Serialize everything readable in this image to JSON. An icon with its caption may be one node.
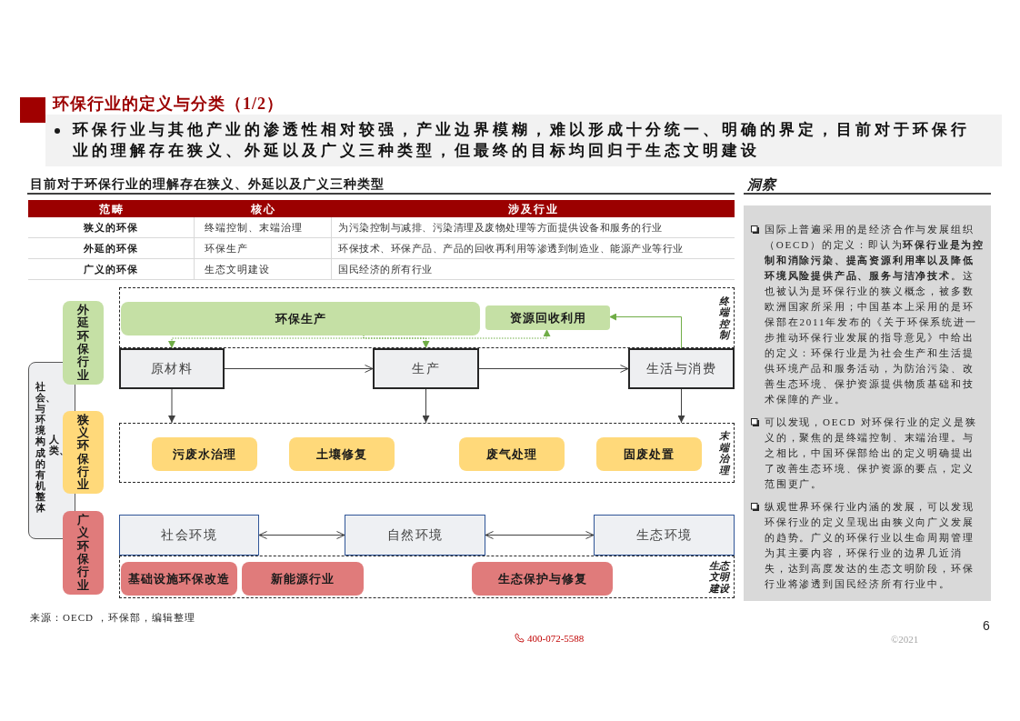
{
  "diagram": {
    "title": "环保行业的定义与分类（1/2）",
    "nodes": [
      {
        "text": [
          "社会、与环境构成的有机整体",
          "人类、"
        ]
      },
      {
        "text": [
          "外延环保行业"
        ]
      },
      {
        "text": [
          "狭义环保行业"
        ]
      },
      {
        "text": [
          "广义环保行业"
        ]
      },
      {
        "text": [
          "终端控制"
        ]
      },
      {
        "text": [
          "环保生产"
        ],
        "in": 4
      },
      {
        "text": [
          "资源回收利用"
        ],
        "in": 4
      },
      {
        "text": [
          "原材料"
        ]
      },
      {
        "text": [
          "生产"
        ]
      },
      {
        "text": [
          "生活与消费"
        ]
      },
      {
        "text": [
          "末端治理"
        ]
      },
      {
        "text": [
          "污废水治理"
        ],
        "in": 10
      },
      {
        "text": [
          "土壤修复"
        ],
        "in": 10
      },
      {
        "text": [
          "废气处理"
        ],
        "in": 10
      },
      {
        "text": [
          "固废处置"
        ],
        "in": 10
      },
      {
        "text": [
          "社会环境"
        ]
      },
      {
        "text": [
          "自然环境"
        ]
      },
      {
        "text": [
          "生态环境"
        ]
      },
      {
        "text": [
          "生态文明建设"
        ]
      },
      {
        "text": [
          "基础设施环保改造"
        ],
        "in": 18
      },
      {
        "text": [
          "新能源行业"
        ],
        "in": 18
      },
      {
        "text": [
          "生态保护与修复"
        ],
        "in": 18
      }
    ],
    "edges": [
      {
        "from": 7,
        "to": 8,
        "arrow": "to"
      },
      {
        "from": 8,
        "to": 9,
        "arrow": "to"
      },
      {
        "from": 7,
        "to": 10,
        "arrow": "to"
      },
      {
        "from": 8,
        "to": 10,
        "arrow": "to"
      },
      {
        "from": 9,
        "to": 10,
        "arrow": "to"
      },
      {
        "from": 9,
        "to": 6,
        "arrow": "to",
        "color": "#70ad47"
      },
      {
        "from": 5,
        "to": 7,
        "arrow": "to",
        "style": "dashed",
        "color": "#70ad47"
      },
      {
        "from": 5,
        "to": 8,
        "arrow": "to",
        "style": "dashed",
        "color": "#70ad47"
      },
      {
        "from": 5,
        "to": 6,
        "arrow": "to",
        "style": "dashed",
        "color": "#70ad47"
      },
      {
        "from": 15,
        "to": 16,
        "arrow": "both"
      },
      {
        "from": 16,
        "to": 17,
        "arrow": "both"
      }
    ],
    "labels": [
      "环保行业与其他产业的渗透性相对较强，产业边界模糊，难以形成十分统一、明确的界定，目前对于环保行业的理解存在狭义、外延以及广义三种类型，但最终的目标均回归于生态文明建设",
      "目前对于环保行业的理解存在狭义、外延以及广义三种类型",
      "范畴",
      "核心",
      "涉及行业",
      "狭义的环保",
      "终端控制、末端治理",
      "为污染控制与减排、污染清理及废物处理等方面提供设备和服务的行业",
      "外延的环保",
      "环保生产",
      "环保技术、环保产品、产品的回收再利用等渗透到制造业、能源产业等行业",
      "广义的环保",
      "生态文明建设",
      "国民经济的所有行业",
      "洞察",
      "国际上普遍采用的是经济合作与发展组织（OECD）的定义：即认为**环保行业是为控制和消除污染、提高资源利用率以及降低环境风险提供产品、服务与洁净技术**。这也被认为是环保行业的狭义概念，被多数欧洲国家所采用；中国基本上采用的是环保部在2011年发布的《关于环保系统进一步推动环保行业发展的指导意见》中给出的定义：环保行业是为社会生产和生活提供环境产品和服务活动，为防治污染、改善生态环境、保护资源提供物质基础和技术保障的产业。",
      "可以发现，OECD 对环保行业的定义是狭义的，聚焦的是终端控制、末端治理。与之相比，中国环保部给出的定义明确提出了改善生态环境、保护资源的要点，定义范围更广。",
      "纵观世界环保行业内涵的发展，可以发现环保行业的定义呈现出由狭义向广义发展的趋势。广义的环保行业以生命周期管理为其主要内容，环保行业的边界几近消失，达到高度发达的生态文明阶段，环保行业将渗透到国民经济所有行业中。",
      "来源：OECD ，环保部，编辑整理",
      "400-072-5588",
      "6",
      "©2021"
    ]
  }
}
